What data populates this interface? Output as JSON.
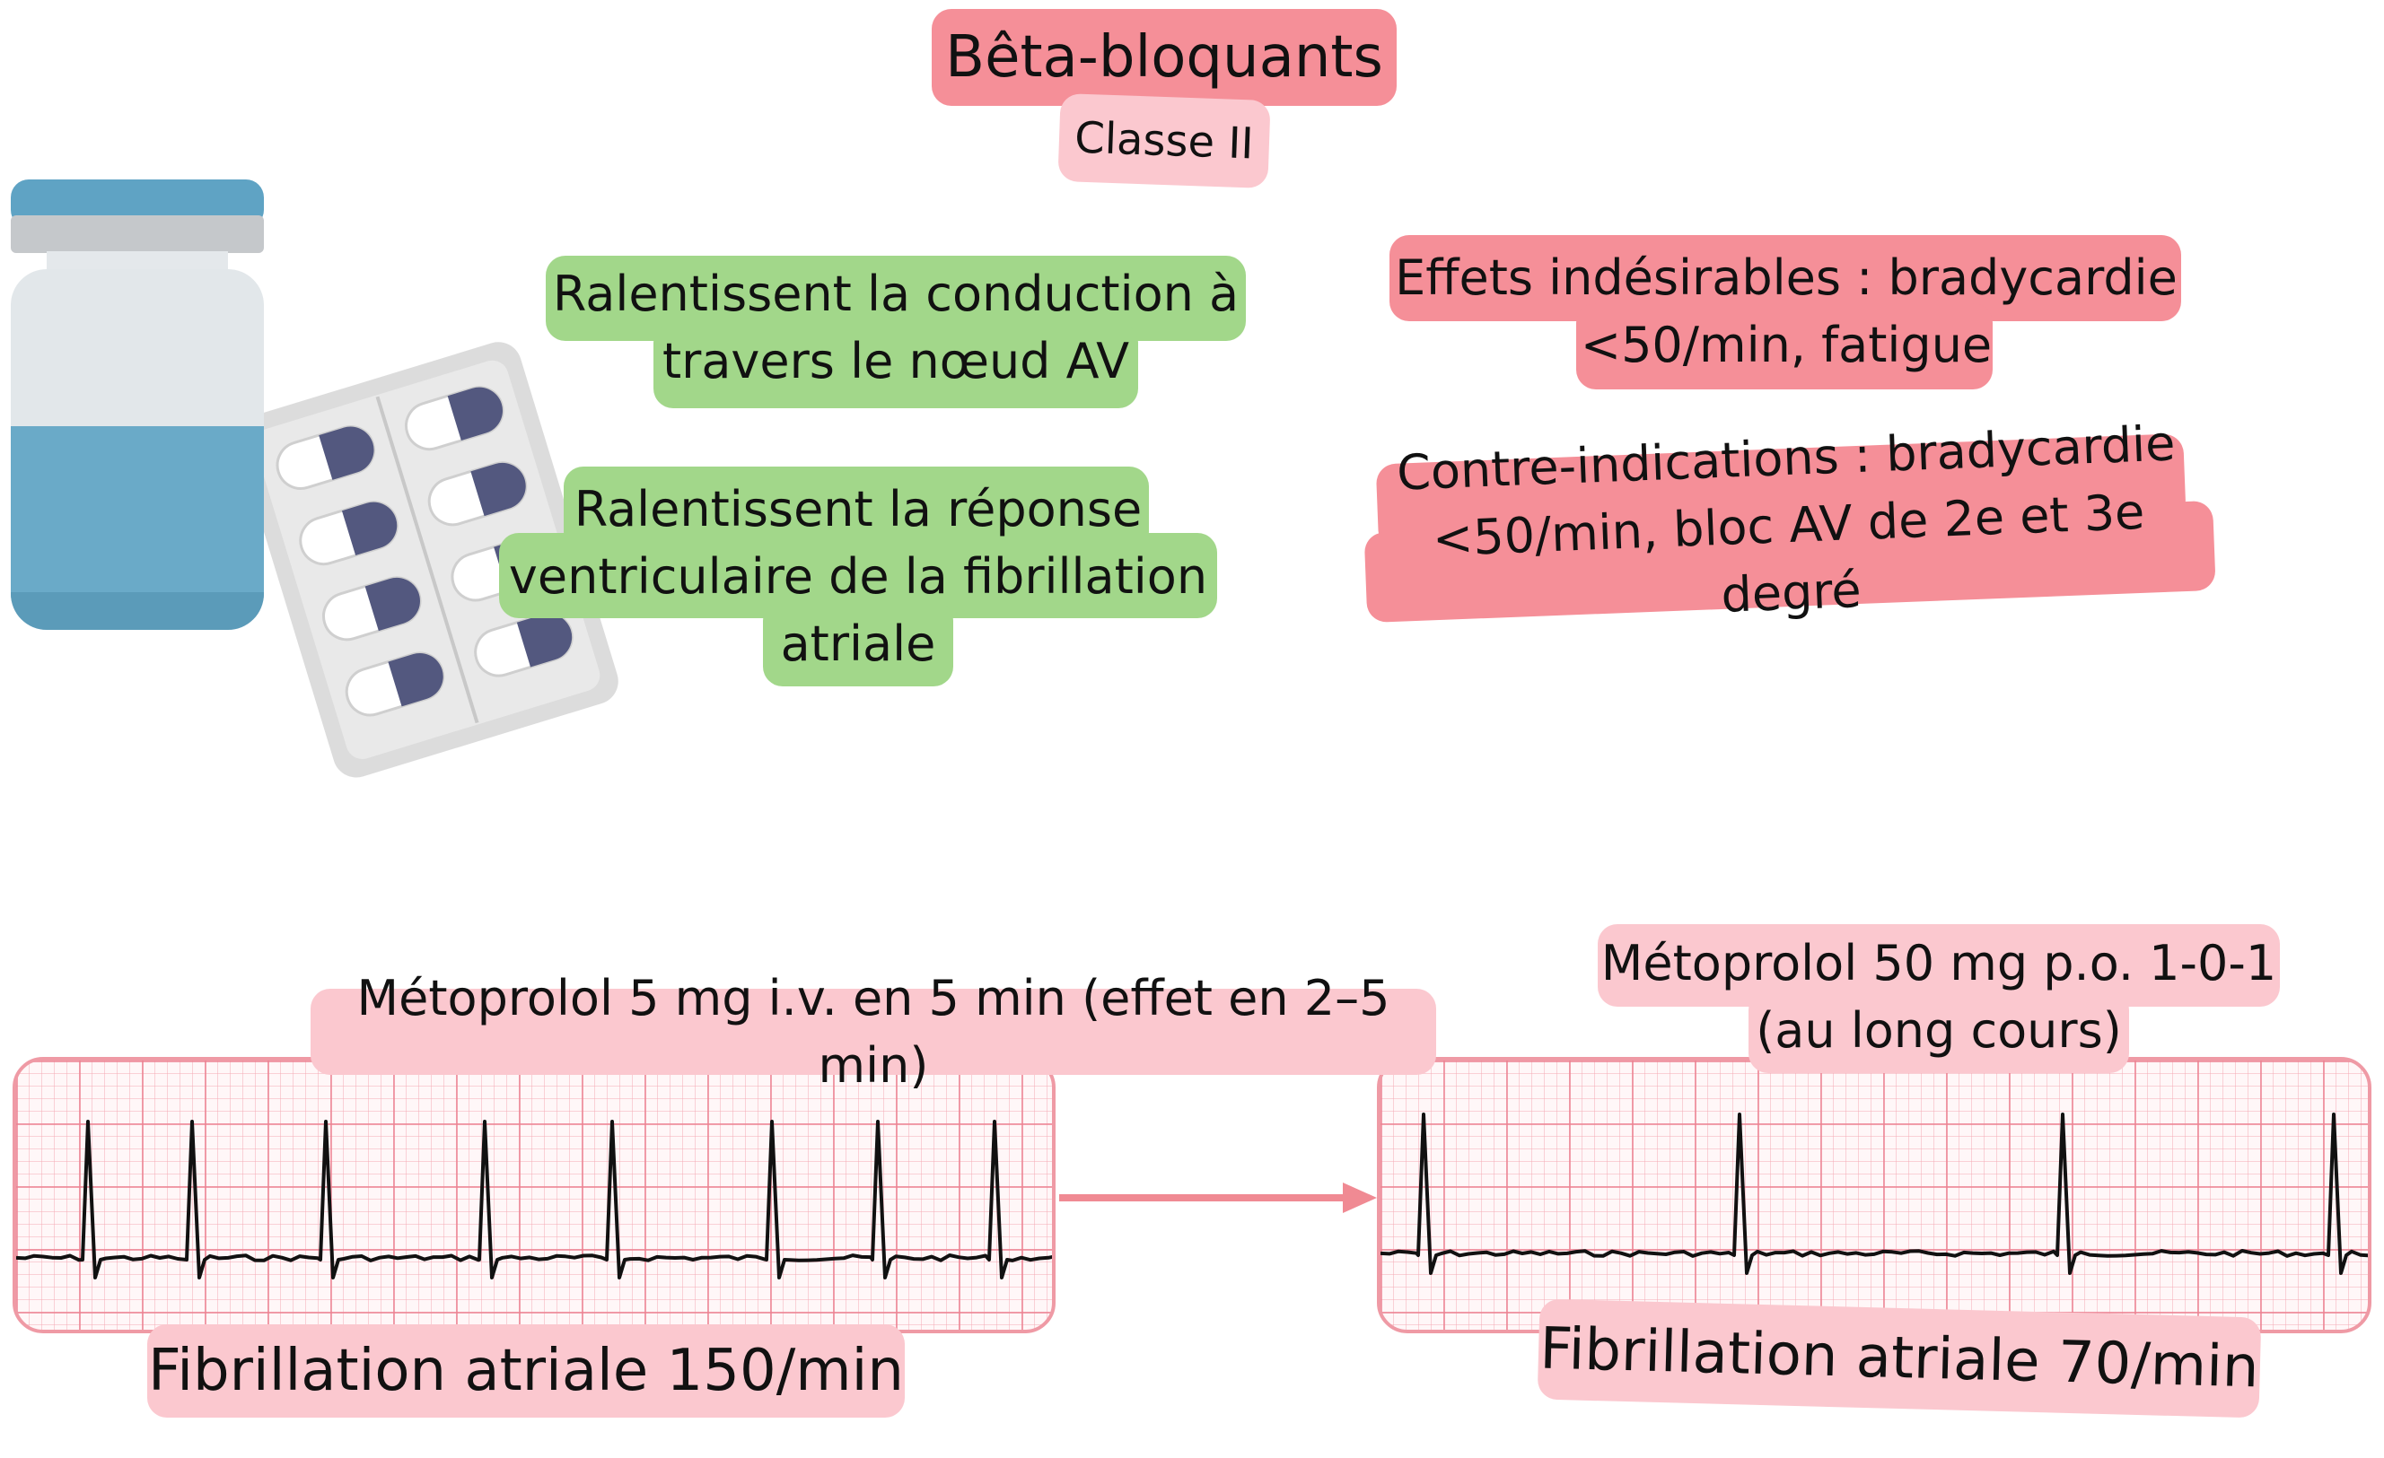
{
  "title": "Bêta-bloquants",
  "subtitle": "Classe II",
  "effects": {
    "conduction": [
      "Ralentissent la conduction à",
      "travers le nœud AV"
    ],
    "ventricular": [
      "Ralentissent la réponse",
      "ventriculaire de la fibrillation",
      "atriale"
    ]
  },
  "adverse": [
    "Effets indésirables : bradycardie",
    "<50/min, fatigue"
  ],
  "contra": [
    "Contre-indications : bradycardie",
    "<50/min, bloc AV de 2e et 3e degré"
  ],
  "dose_iv": "Métoprolol 5 mg i.v. en 5 min (effet en 2–5 min)",
  "dose_po": [
    "Métoprolol 50 mg p.o. 1-0-1",
    "(au long cours)"
  ],
  "ecg_left_label": "Fibrillation atriale 150/min",
  "ecg_right_label": "Fibrillation atriale 70/min",
  "colors": {
    "pink": "#f58f98",
    "light_pink": "#fbc8cf",
    "green": "#a2d78a",
    "ecg_grid": "#ef9aa5",
    "arrow": "#f08a93",
    "bottle": "#6aaac8",
    "pill": "#53587f"
  }
}
